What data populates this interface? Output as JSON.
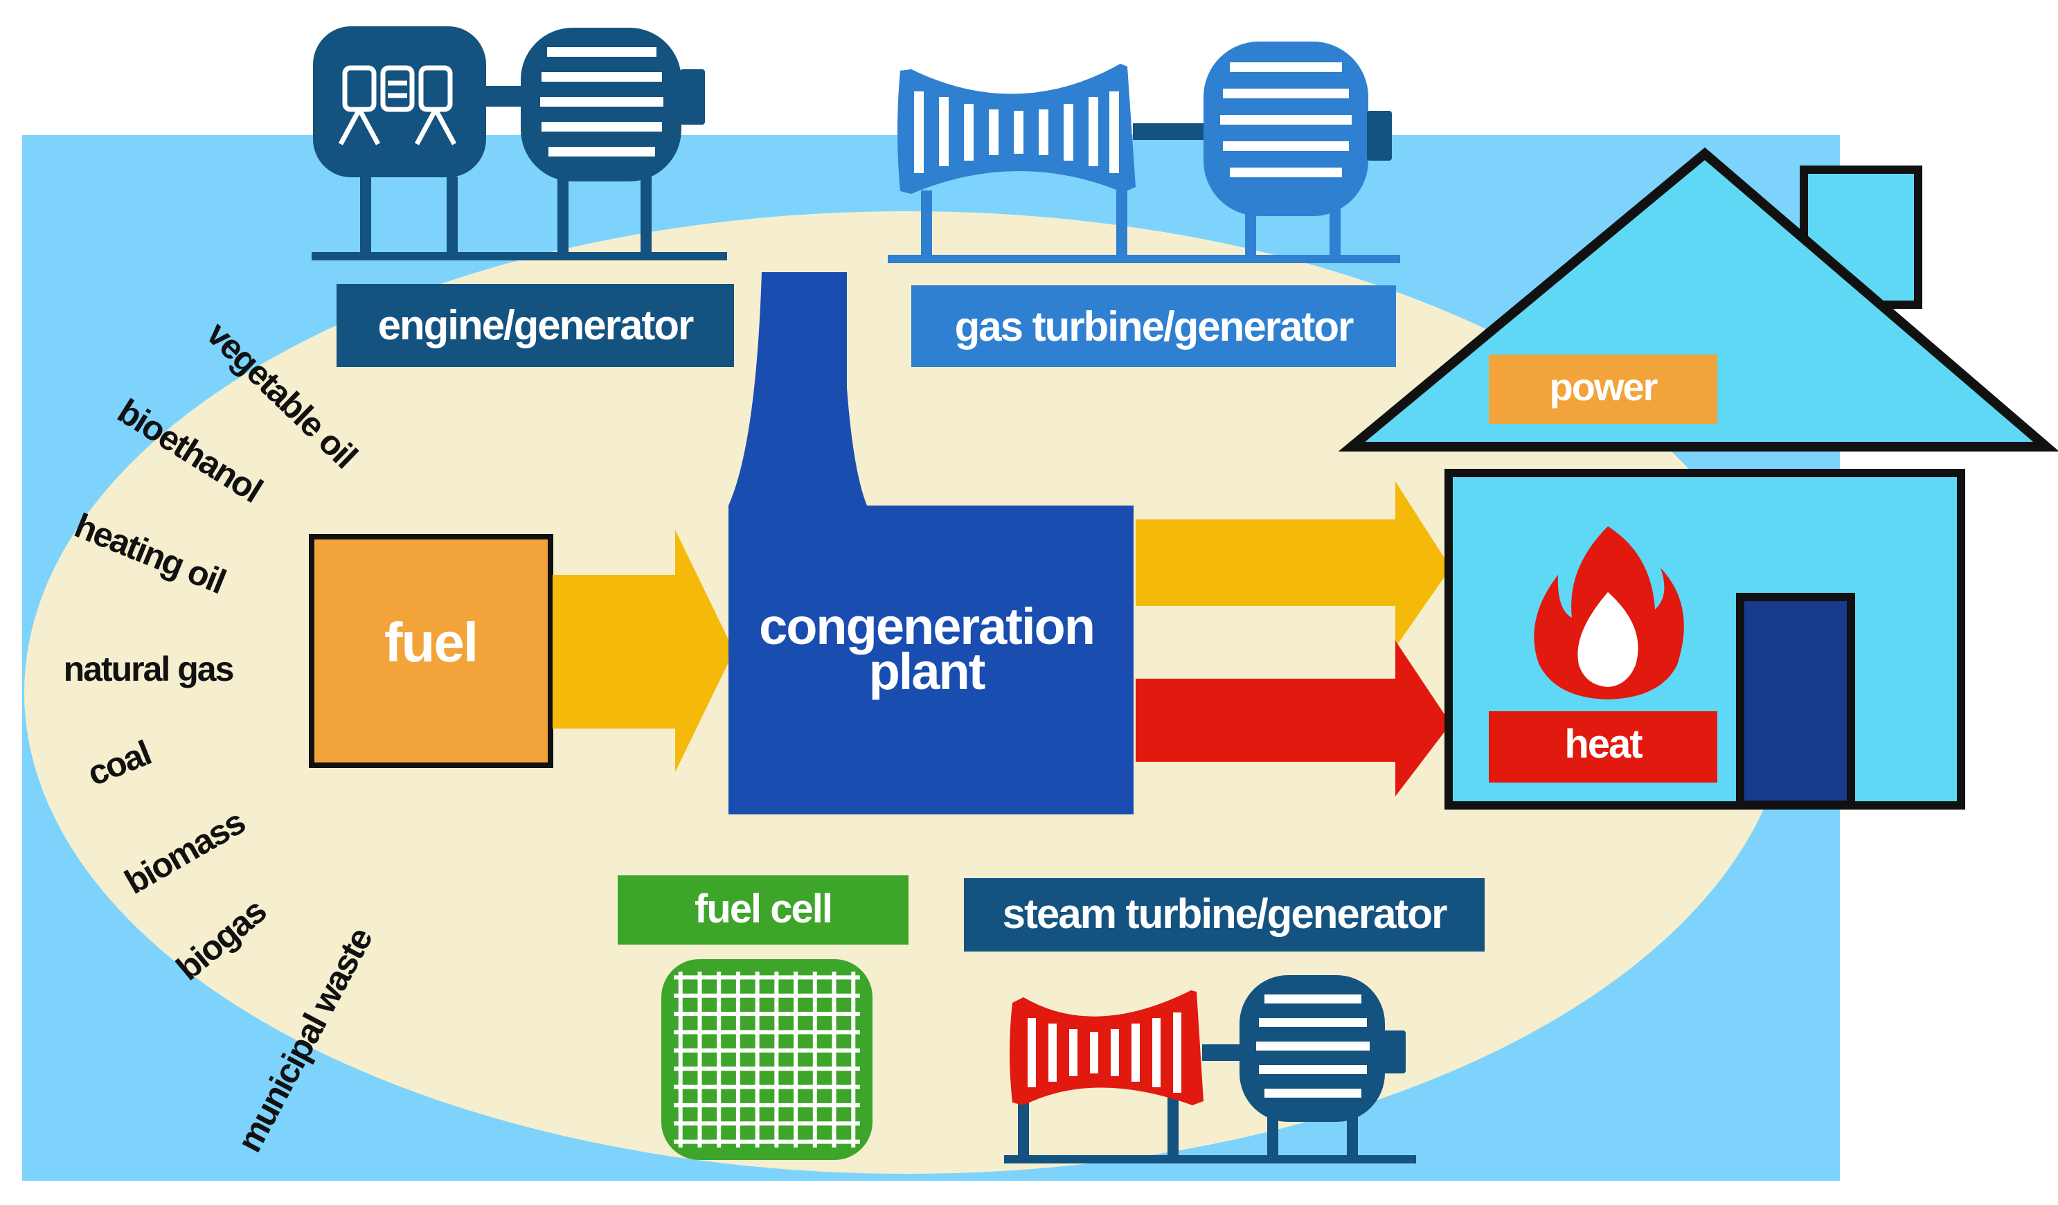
{
  "colors": {
    "sky": "#7dd3fb",
    "ellipse": "#f5efcf",
    "navy": "#14527f",
    "midblue": "#2f80d0",
    "plantblue": "#1a4db0",
    "orange": "#f2a33a",
    "yellow": "#f5b90a",
    "red": "#e1190f",
    "green": "#3da52a",
    "housefill": "#5fd8f5",
    "door": "#173b8c",
    "outline": "#111111"
  },
  "labels": {
    "engine": "engine/generator",
    "gas_turbine": "gas turbine/generator",
    "power": "power",
    "fuel": "fuel",
    "plant_line1": "congeneration",
    "plant_line2": "plant",
    "heat": "heat",
    "fuel_cell": "fuel cell",
    "steam_turbine": "steam turbine/generator"
  },
  "fuels": [
    "vegetable oil",
    "bioethanol",
    "heating oil",
    "natural gas",
    "coal",
    "biomass",
    "biogas",
    "municipal waste"
  ]
}
